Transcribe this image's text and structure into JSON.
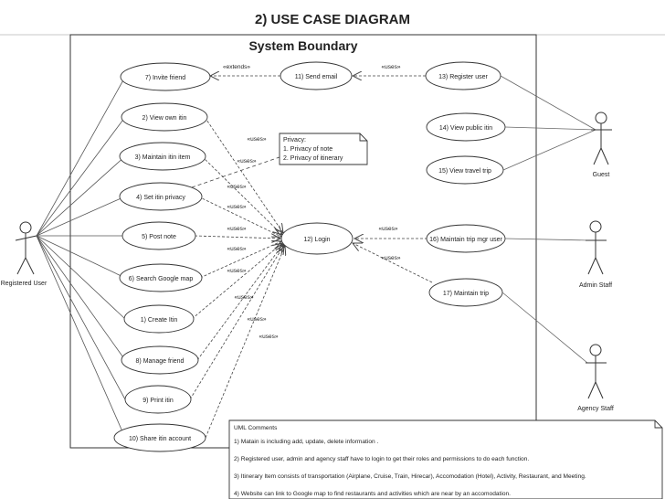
{
  "title": "2) USE CASE DIAGRAM",
  "boundary_title": "System Boundary",
  "actors": {
    "registered_user": "Registered User",
    "guest": "Guest",
    "admin_staff": "Admin Staff",
    "agency_staff": "Agency Staff"
  },
  "use_cases": {
    "invite_friend": "7) Invite friend",
    "view_own_itin": "2) View own itin",
    "maintain_itin_item": "3) Maintain itin item",
    "set_itin_privacy": "4) Set itin privacy",
    "post_note": "5) Post note",
    "search_google_map": "6) Search Google map",
    "create_itin": "1) Create Itin",
    "manage_friend": "8) Manage friend",
    "print_itin": "9) Print itin",
    "share_itin_account": "10) Share itin account",
    "send_email": "11) Send email",
    "login": "12) Login",
    "register_user": "13) Register user",
    "view_public_itin": "14) View public itin",
    "view_travel_trip": "15) View travel trip",
    "maintain_trip_mgr_user": "16) Maintain trip mgr user",
    "maintain_trip": "17) Maintain trip"
  },
  "relations": {
    "extends": "«extends»",
    "uses": "«uses»"
  },
  "privacy_note": [
    "Privacy:",
    "1. Privacy of note",
    "2. Privacy of itinerary"
  ],
  "uml_comments": {
    "heading": "UML Comments",
    "items": [
      "1) Matain is including add, update, delete information .",
      "2) Registered user, admin and agency staff have to login to get their roles and permissions to do each function.",
      "3)  Itinerary Item consists of transportation (Airplane, Cruise, Train, Hirecar), Accomodation (Hotel), Activity, Restaurant, and Meeting.",
      "4) Website can link to Google map to find restaurants and activities which are near by an accomodation."
    ]
  }
}
